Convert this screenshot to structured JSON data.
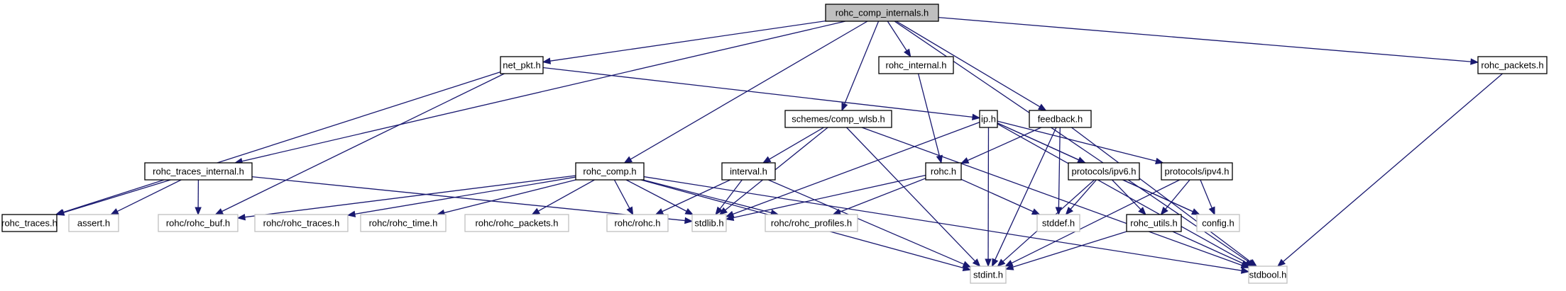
{
  "diagram": {
    "title": "rohc_comp_internals.h include dependency graph",
    "colors": {
      "edge": "#191970",
      "root_fill": "#bfbfbf",
      "documented_border": "#000000",
      "external_border": "#bfbfbf",
      "node_fill": "#ffffff"
    },
    "nodes": [
      {
        "id": "rohc_comp_internals",
        "label": "rohc_comp_internals.h",
        "kind": "root"
      },
      {
        "id": "net_pkt",
        "label": "net_pkt.h",
        "kind": "documented"
      },
      {
        "id": "rohc_internal",
        "label": "rohc_internal.h",
        "kind": "documented"
      },
      {
        "id": "rohc_packets",
        "label": "rohc_packets.h",
        "kind": "documented"
      },
      {
        "id": "schemes_comp_wlsb",
        "label": "schemes/comp_wlsb.h",
        "kind": "documented"
      },
      {
        "id": "ip",
        "label": "ip.h",
        "kind": "documented"
      },
      {
        "id": "feedback",
        "label": "feedback.h",
        "kind": "documented"
      },
      {
        "id": "rohc_traces_internal",
        "label": "rohc_traces_internal.h",
        "kind": "documented"
      },
      {
        "id": "rohc_comp",
        "label": "rohc_comp.h",
        "kind": "documented"
      },
      {
        "id": "interval",
        "label": "interval.h",
        "kind": "documented"
      },
      {
        "id": "rohc",
        "label": "rohc.h",
        "kind": "documented"
      },
      {
        "id": "protocols_ipv6",
        "label": "protocols/ipv6.h",
        "kind": "documented"
      },
      {
        "id": "protocols_ipv4",
        "label": "protocols/ipv4.h",
        "kind": "documented"
      },
      {
        "id": "rohc_traces",
        "label": "rohc_traces.h",
        "kind": "documented"
      },
      {
        "id": "assert",
        "label": "assert.h",
        "kind": "external"
      },
      {
        "id": "rohc_rohc_buf",
        "label": "rohc/rohc_buf.h",
        "kind": "external"
      },
      {
        "id": "rohc_rohc_traces",
        "label": "rohc/rohc_traces.h",
        "kind": "external"
      },
      {
        "id": "rohc_rohc_time",
        "label": "rohc/rohc_time.h",
        "kind": "external"
      },
      {
        "id": "rohc_rohc_packets",
        "label": "rohc/rohc_packets.h",
        "kind": "external"
      },
      {
        "id": "rohc_rohc",
        "label": "rohc/rohc.h",
        "kind": "external"
      },
      {
        "id": "stdlib",
        "label": "stdlib.h",
        "kind": "external"
      },
      {
        "id": "rohc_rohc_profiles",
        "label": "rohc/rohc_profiles.h",
        "kind": "external"
      },
      {
        "id": "stddef",
        "label": "stddef.h",
        "kind": "external"
      },
      {
        "id": "rohc_utils",
        "label": "rohc_utils.h",
        "kind": "documented"
      },
      {
        "id": "config",
        "label": "config.h",
        "kind": "external"
      },
      {
        "id": "stdint",
        "label": "stdint.h",
        "kind": "external"
      },
      {
        "id": "stdbool",
        "label": "stdbool.h",
        "kind": "external"
      }
    ],
    "edges": [
      [
        "rohc_comp_internals",
        "net_pkt"
      ],
      [
        "rohc_comp_internals",
        "rohc_traces_internal"
      ],
      [
        "rohc_comp_internals",
        "rohc_comp"
      ],
      [
        "rohc_comp_internals",
        "schemes_comp_wlsb"
      ],
      [
        "rohc_comp_internals",
        "rohc_internal"
      ],
      [
        "rohc_comp_internals",
        "feedback"
      ],
      [
        "rohc_comp_internals",
        "rohc_packets"
      ],
      [
        "rohc_comp_internals",
        "stdbool"
      ],
      [
        "net_pkt",
        "ip"
      ],
      [
        "net_pkt",
        "rohc_traces"
      ],
      [
        "net_pkt",
        "rohc_rohc_buf"
      ],
      [
        "rohc_internal",
        "rohc"
      ],
      [
        "rohc_packets",
        "stdbool"
      ],
      [
        "schemes_comp_wlsb",
        "interval"
      ],
      [
        "schemes_comp_wlsb",
        "stdlib"
      ],
      [
        "schemes_comp_wlsb",
        "stdint"
      ],
      [
        "schemes_comp_wlsb",
        "stdbool"
      ],
      [
        "ip",
        "stdlib"
      ],
      [
        "ip",
        "stdint"
      ],
      [
        "ip",
        "protocols_ipv6"
      ],
      [
        "ip",
        "protocols_ipv4"
      ],
      [
        "ip",
        "stdbool"
      ],
      [
        "ip",
        "config"
      ],
      [
        "feedback",
        "rohc"
      ],
      [
        "feedback",
        "stddef"
      ],
      [
        "feedback",
        "stdint"
      ],
      [
        "feedback",
        "stdbool"
      ],
      [
        "rohc_traces_internal",
        "rohc_traces"
      ],
      [
        "rohc_traces_internal",
        "assert"
      ],
      [
        "rohc_traces_internal",
        "rohc_rohc_buf"
      ],
      [
        "rohc_traces_internal",
        "stdlib"
      ],
      [
        "rohc_comp",
        "rohc_rohc_buf"
      ],
      [
        "rohc_comp",
        "rohc_rohc_traces"
      ],
      [
        "rohc_comp",
        "rohc_rohc_time"
      ],
      [
        "rohc_comp",
        "rohc_rohc_packets"
      ],
      [
        "rohc_comp",
        "rohc_rohc"
      ],
      [
        "rohc_comp",
        "stdlib"
      ],
      [
        "rohc_comp",
        "rohc_rohc_profiles"
      ],
      [
        "rohc_comp",
        "stdint"
      ],
      [
        "rohc_comp",
        "stdbool"
      ],
      [
        "interval",
        "rohc_rohc"
      ],
      [
        "interval",
        "stdlib"
      ],
      [
        "interval",
        "stdint"
      ],
      [
        "rohc",
        "stdlib"
      ],
      [
        "rohc",
        "rohc_rohc_profiles"
      ],
      [
        "rohc",
        "stddef"
      ],
      [
        "protocols_ipv6",
        "stddef"
      ],
      [
        "protocols_ipv6",
        "stdint"
      ],
      [
        "protocols_ipv6",
        "rohc_utils"
      ],
      [
        "protocols_ipv6",
        "config"
      ],
      [
        "protocols_ipv4",
        "rohc_utils"
      ],
      [
        "protocols_ipv4",
        "config"
      ],
      [
        "protocols_ipv4",
        "stdint"
      ],
      [
        "rohc_utils",
        "stdint"
      ],
      [
        "rohc_utils",
        "stdbool"
      ]
    ]
  }
}
